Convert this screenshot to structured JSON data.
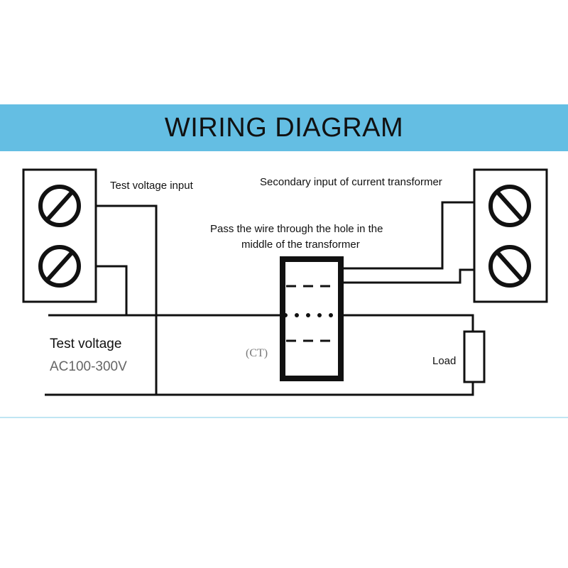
{
  "title": "WIRING DIAGRAM",
  "labels": {
    "test_voltage_input": "Test voltage input",
    "secondary_input": "Secondary input of current transformer",
    "pass_wire_line1": "Pass the wire through the hole in the",
    "pass_wire_line2": "middle of the transformer",
    "ct": "(CT)",
    "load": "Load",
    "test_voltage": "Test voltage",
    "voltage_range": "AC100-300V"
  },
  "colors": {
    "banner": "#64bee3",
    "line": "#111111",
    "muted_text": "#666666"
  }
}
